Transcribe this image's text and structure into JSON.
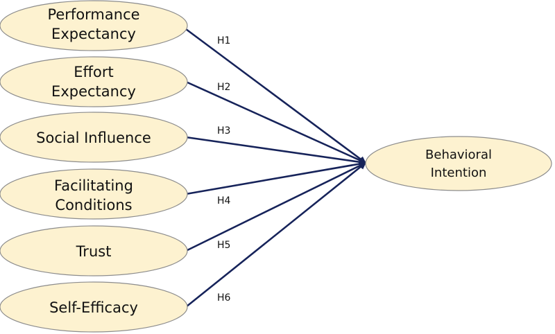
{
  "diagram": {
    "sources": [
      {
        "id": "pe",
        "lines": [
          "Performance",
          "Expectancy"
        ]
      },
      {
        "id": "ee",
        "lines": [
          "Effort",
          "Expectancy"
        ]
      },
      {
        "id": "si",
        "lines": [
          "Social Influence"
        ]
      },
      {
        "id": "fc",
        "lines": [
          "Facilitating",
          "Conditions"
        ]
      },
      {
        "id": "tr",
        "lines": [
          "Trust"
        ]
      },
      {
        "id": "se",
        "lines": [
          "Self-Efficacy"
        ]
      }
    ],
    "target": {
      "lines": [
        "Behavioral",
        "Intention"
      ]
    },
    "hypotheses": [
      "H1",
      "H2",
      "H3",
      "H4",
      "H5",
      "H6"
    ]
  },
  "colors": {
    "ellipse_fill": "#fdf2d0",
    "ellipse_stroke": "#8c8c8c",
    "arrow": "#16235a"
  }
}
